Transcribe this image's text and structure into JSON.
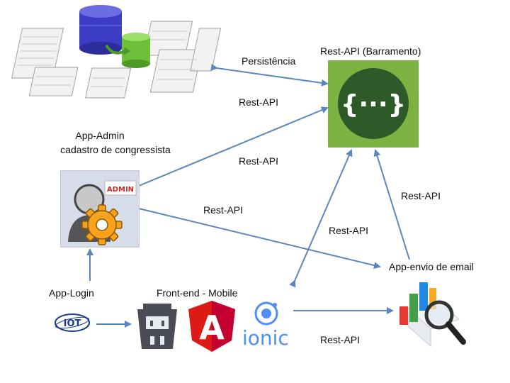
{
  "labels": {
    "persistencia": "Persistência",
    "rest_api_barramento": "Rest-API (Barramento)",
    "rest_api_1": "Rest-API",
    "rest_api_2": "Rest-API",
    "rest_api_3": "Rest-API",
    "rest_api_4": "Rest-API",
    "rest_api_5": "Rest-API",
    "rest_api_6": "Rest-API",
    "app_admin_line1": "App-Admin",
    "app_admin_line2": "cadastro de congressista",
    "app_login": "App-Login",
    "front_end_mobile": "Front-end - Mobile",
    "app_envio_email": "App-envio de email"
  },
  "logos": {
    "admin_badge": "ADMIN",
    "iot": "IOT",
    "ionic": "ionic",
    "angular": "A"
  },
  "colors": {
    "arrow": "#5a86bf",
    "api_green": "#7cb342",
    "api_dark_green": "#2e5a29",
    "admin_bg": "#d7dde8",
    "admin_red": "#c62828",
    "gear": "#f7a21b",
    "cordova": "#4a4d55",
    "angular_red": "#dd1b16",
    "ionic_blue": "#4e8ef7",
    "db_blue": "#3b3ec4",
    "db_green": "#6dbf3a"
  }
}
